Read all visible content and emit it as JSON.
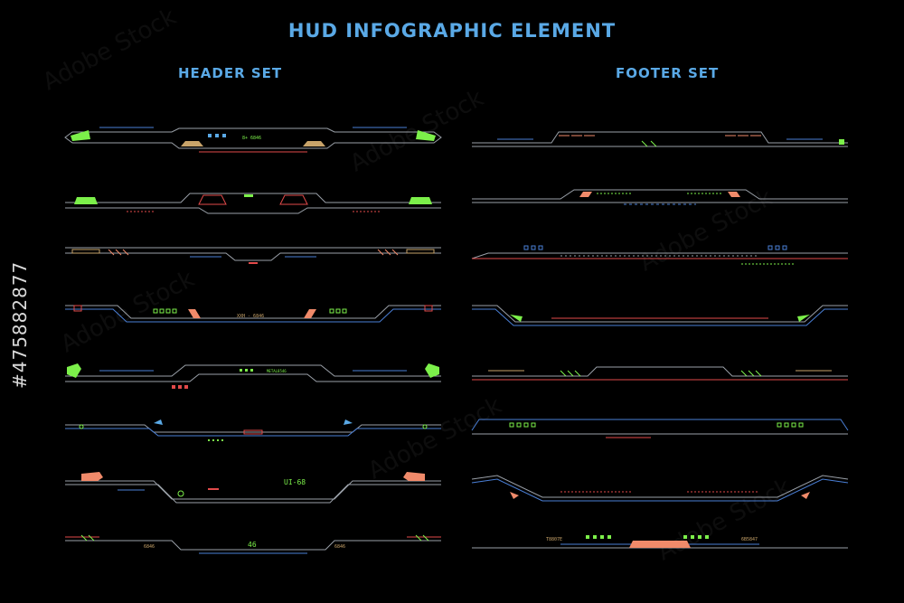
{
  "title": "HUD INFOGRAPHIC ELEMENT",
  "header_set_label": "HEADER SET",
  "footer_set_label": "FOOTER SET",
  "stock_id": "#475882877",
  "watermark": "Adobe Stock",
  "header_labels": {
    "h1": "8+ 6846",
    "h4": "XXH - 6846",
    "h5": "METAL8546",
    "h7": "UI-68",
    "h8_center": "46",
    "h8_left": "6846",
    "h8_right": "6846"
  },
  "footer_labels": {
    "f8_left": "T8807E",
    "f8_right": "6B5847"
  },
  "colors": {
    "background": "#000000",
    "accent_blue": "#5aa9e6",
    "neon_green": "#7cf04a",
    "salmon": "#f08a6a",
    "tan": "#c9a46a",
    "red": "#e24a4a",
    "line_gray": "#9aa0a8",
    "line_blue": "#4a7fd6"
  }
}
